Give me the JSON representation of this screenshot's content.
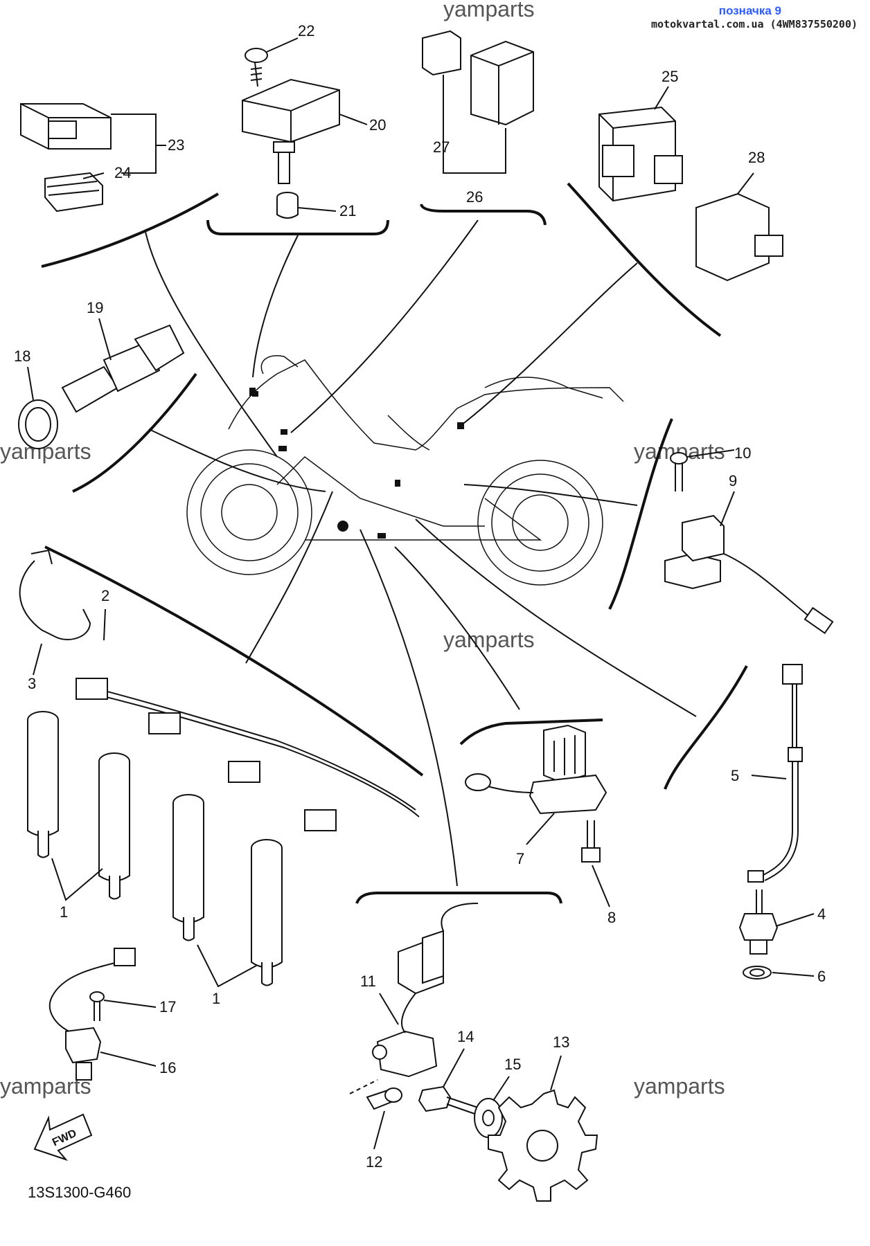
{
  "header": {
    "title": "позначка 9",
    "source": "motokvartal.com.ua (4WM837550200)"
  },
  "watermark": "yamparts",
  "diagram_code": "13S1300-G460",
  "fwd_label": "FWD",
  "callouts": {
    "c1": "1",
    "c2": "2",
    "c3": "3",
    "c4": "4",
    "c5": "5",
    "c6": "6",
    "c7": "7",
    "c8": "8",
    "c9": "9",
    "c10": "10",
    "c11": "11",
    "c12": "12",
    "c13": "13",
    "c14": "14",
    "c15": "15",
    "c16": "16",
    "c17": "17",
    "c18": "18",
    "c19": "19",
    "c20": "20",
    "c21": "21",
    "c22": "22",
    "c23": "23",
    "c24": "24",
    "c25": "25",
    "c26": "26",
    "c27": "27",
    "c28": "28"
  }
}
